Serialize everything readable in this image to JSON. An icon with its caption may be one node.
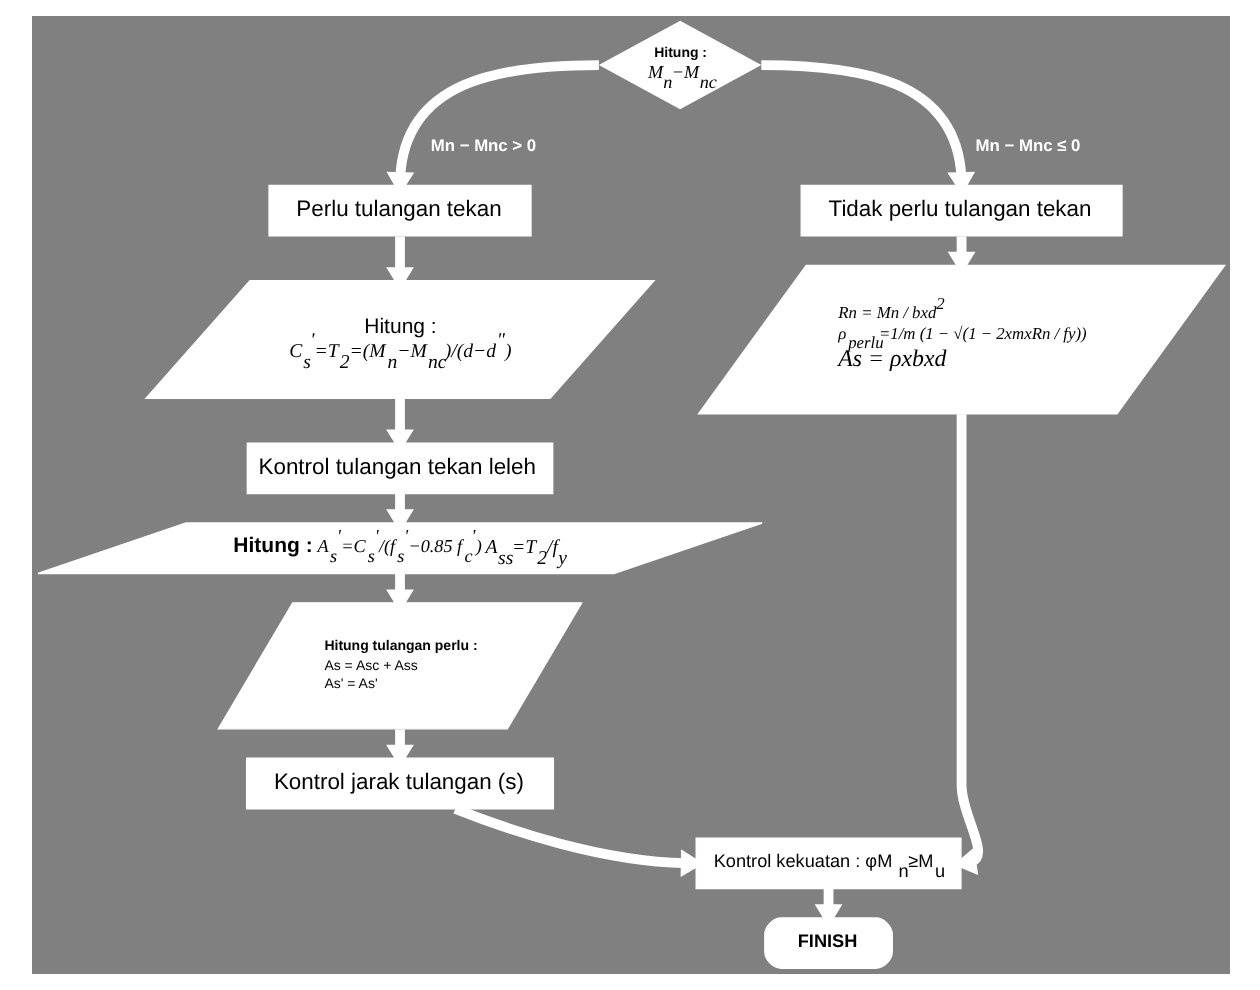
{
  "diagram": {
    "nodes": [
      {
        "text": [
          "Hitung :",
          "M$_{n}$−M$_{nc}$"
        ]
      },
      {
        "text": [
          "Perlu tulangan tekan"
        ]
      },
      {
        "text": [
          "Hitung :",
          "C$_{s}$$^{'}$=T$_{2}$=(M$_{n}$−M$_{nc}$)/(d−d$^{\"}$)"
        ]
      },
      {
        "text": [
          "Kontrol tulangan tekan leleh"
        ]
      },
      {
        "text": [
          "Hitung :",
          "A$_{s}$$^{'}$=C$_{s}$$^{'}$/(f$_{s}$$^{'}$−0.85 f$_{c}$$^{'}$)",
          "A$_{ss}$=T$_{2}$/f$_{y}$"
        ]
      },
      {
        "text": [
          "Hitung tulangan perlu :",
          "As = Asc + Ass",
          "As' = As'"
        ]
      },
      {
        "text": [
          "Kontrol jarak tulangan (s)"
        ]
      },
      {
        "text": [
          "Tidak perlu tulangan tekan"
        ]
      },
      {
        "text": [
          "Rn = Mn / bxd$^{2}$",
          "ρ$_{perlu}$=1/m (1 − √(1 − 2xmxRn / fy))",
          "As = ρxbxd"
        ]
      },
      {
        "text": [
          "Kontrol kekuatan : φM$_{n}$≥M$_{u}$"
        ]
      },
      {
        "text": [
          "FINISH"
        ]
      }
    ],
    "edges": [
      {
        "from": 0,
        "to": 1,
        "arrow": "to",
        "label": "Mn − Mnc > 0"
      },
      {
        "from": 0,
        "to": 7,
        "arrow": "to",
        "label": "Mn − Mnc ≤ 0"
      },
      {
        "from": 1,
        "to": 2,
        "arrow": "to"
      },
      {
        "from": 2,
        "to": 3,
        "arrow": "to"
      },
      {
        "from": 3,
        "to": 4,
        "arrow": "to"
      },
      {
        "from": 4,
        "to": 5,
        "arrow": "to"
      },
      {
        "from": 5,
        "to": 6,
        "arrow": "to"
      },
      {
        "from": 6,
        "to": 9,
        "arrow": "to"
      },
      {
        "from": 7,
        "to": 8,
        "arrow": "to"
      },
      {
        "from": 8,
        "to": 9,
        "arrow": "to"
      },
      {
        "from": 9,
        "to": 10,
        "arrow": "to"
      }
    ]
  }
}
